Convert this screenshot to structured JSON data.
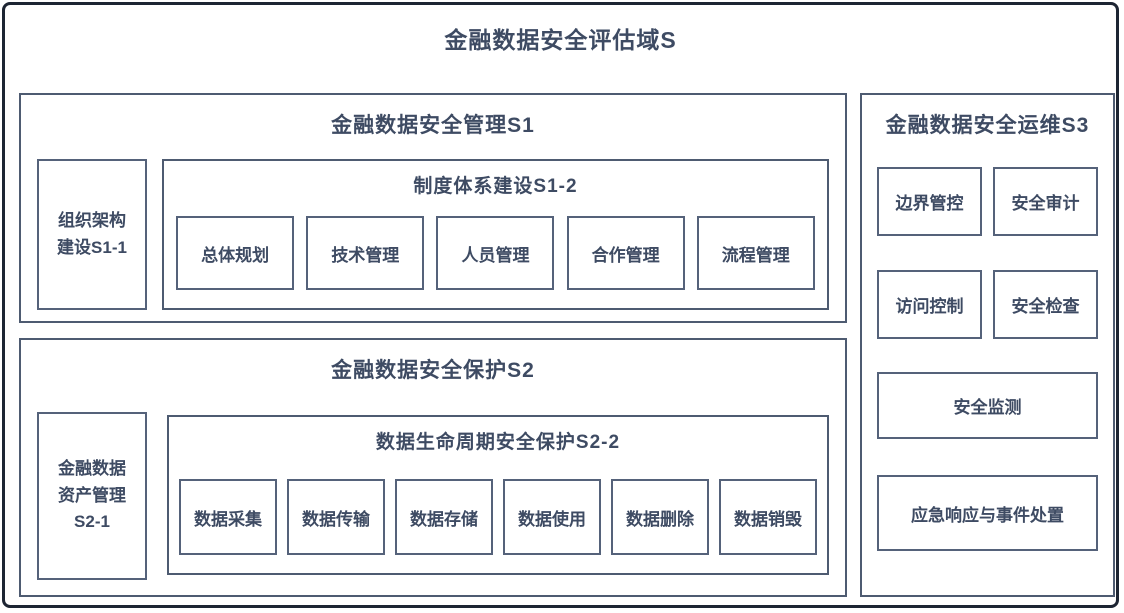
{
  "colors": {
    "text": "#3e4b63",
    "panel_border": "#4e5b71",
    "box_border": "#55627a",
    "outer_border": "#1d2533",
    "background": "#ffffff"
  },
  "title": "金融数据安全评估域S",
  "sections": {
    "s1": {
      "title": "金融数据安全管理S1",
      "side_box": "组织架构建设S1-1",
      "sub": {
        "title": "制度体系建设S1-2",
        "items": [
          "总体规划",
          "技术管理",
          "人员管理",
          "合作管理",
          "流程管理"
        ]
      }
    },
    "s2": {
      "title": "金融数据安全保护S2",
      "side_box": "金融数据资产管理S2-1",
      "sub": {
        "title": "数据生命周期安全保护S2-2",
        "items": [
          "数据采集",
          "数据传输",
          "数据存储",
          "数据使用",
          "数据删除",
          "数据销毁"
        ]
      }
    },
    "s3": {
      "title": "金融数据安全运维S3",
      "grid_items": [
        "边界管控",
        "安全审计",
        "访问控制",
        "安全检查"
      ],
      "wide_items": [
        "安全监测",
        "应急响应与事件处置"
      ]
    }
  }
}
